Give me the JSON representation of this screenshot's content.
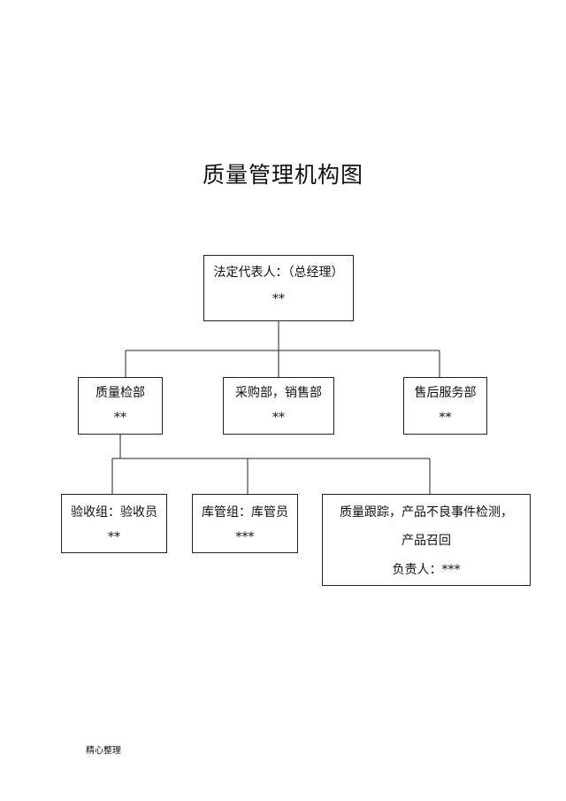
{
  "title": "质量管理机构图",
  "nodes": {
    "root": {
      "line1": "法定代表人：（总经理）",
      "line2": "**"
    },
    "quality_dept": {
      "line1": "质量检部",
      "line2": "**"
    },
    "purchase_sales": {
      "line1": "采购部，销售部",
      "line2": "**"
    },
    "after_sales": {
      "line1": "售后服务部",
      "line2": "**"
    },
    "inspection": {
      "line1": "验收组：验收员",
      "line2": "**"
    },
    "warehouse": {
      "line1": "库管组：库管员",
      "line2": "***"
    },
    "tracking": {
      "line1": "质量跟踪，产品不良事件检测，",
      "line2": "产品召回",
      "line3": "负责人：***"
    }
  },
  "footer": "精心整理"
}
